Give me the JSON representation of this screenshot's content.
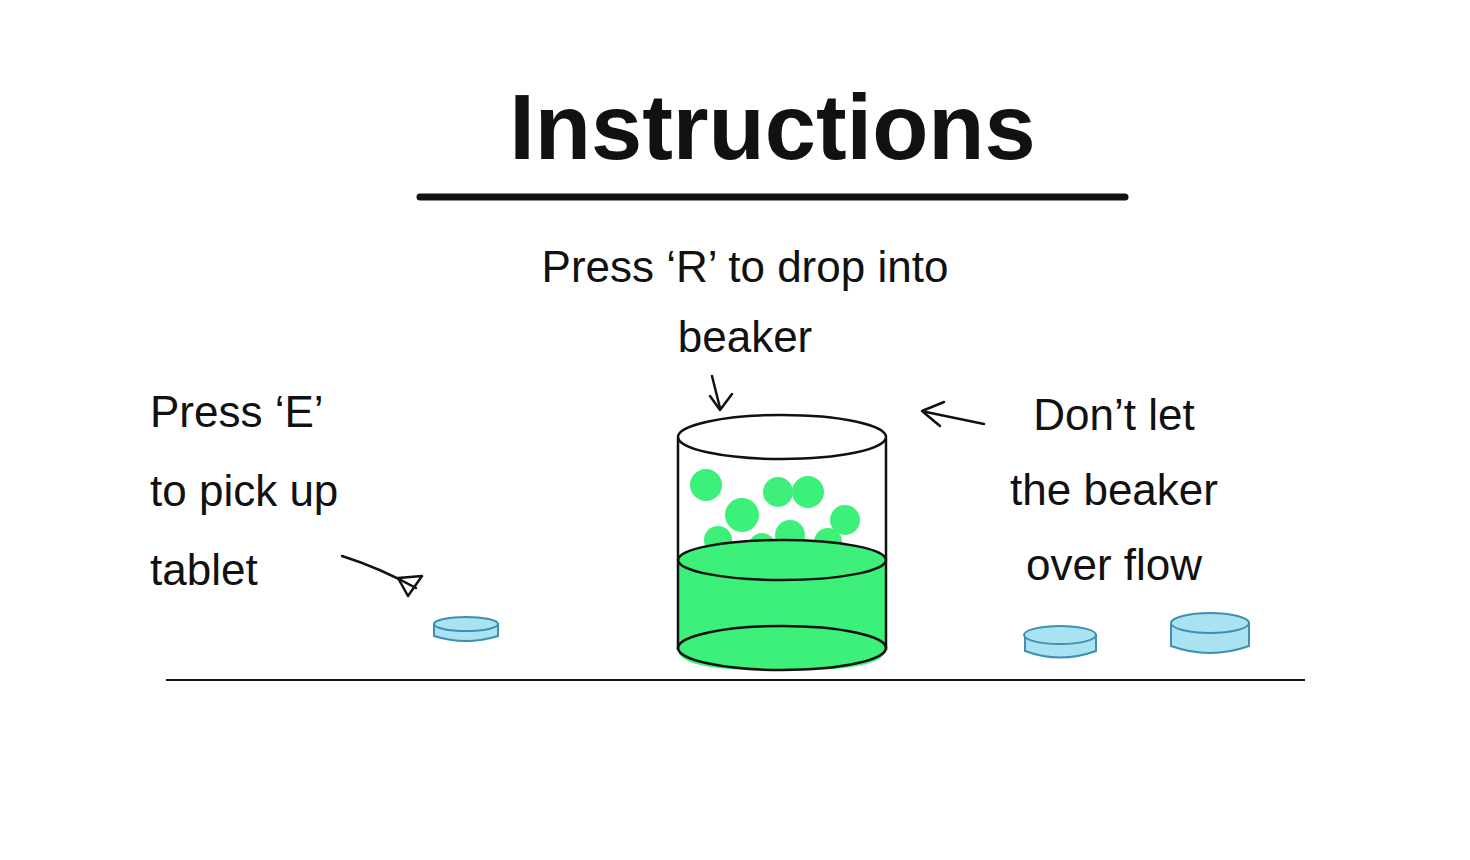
{
  "diagram": {
    "title": "Instructions",
    "labels": [
      "Press ‘E’ to pick up tablet",
      "Press ‘R’ to drop into beaker",
      "Don’t let the beaker over flow"
    ]
  }
}
